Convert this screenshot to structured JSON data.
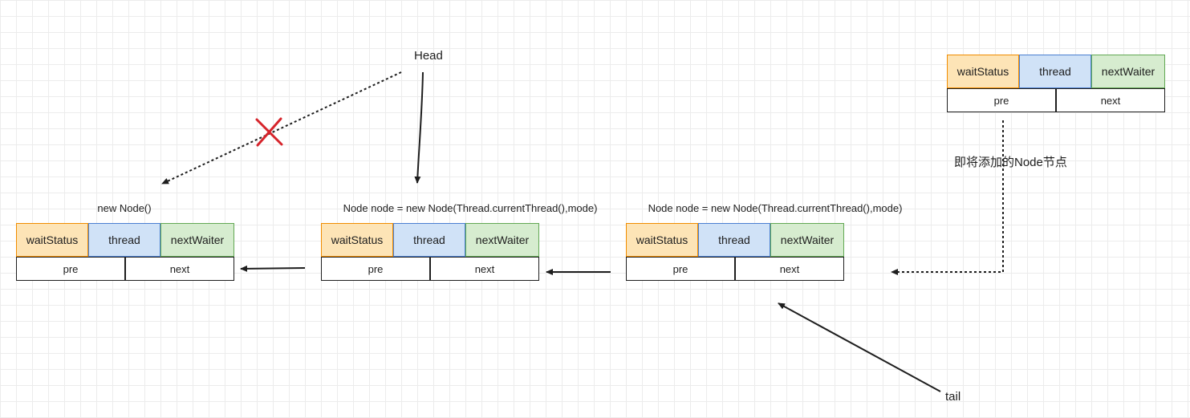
{
  "labels": {
    "head": "Head",
    "tail": "tail",
    "pending_note": "即将添加的Node节点"
  },
  "nodes": [
    {
      "title": "new Node()",
      "waitStatus": "waitStatus",
      "thread": "thread",
      "nextWaiter": "nextWaiter",
      "pre": "pre",
      "next": "next"
    },
    {
      "title": "Node node = new Node(Thread.currentThread(),mode)",
      "waitStatus": "waitStatus",
      "thread": "thread",
      "nextWaiter": "nextWaiter",
      "pre": "pre",
      "next": "next"
    },
    {
      "title": "Node node = new Node(Thread.currentThread(),mode)",
      "waitStatus": "waitStatus",
      "thread": "thread",
      "nextWaiter": "nextWaiter",
      "pre": "pre",
      "next": "next"
    },
    {
      "title": "",
      "waitStatus": "waitStatus",
      "thread": "thread",
      "nextWaiter": "nextWaiter",
      "pre": "pre",
      "next": "next"
    }
  ],
  "colors": {
    "waitStatus_fill": "#fde4b6",
    "waitStatus_stroke": "#f08c00",
    "thread_fill": "#d0e2f7",
    "thread_stroke": "#4a7fd1",
    "nextWaiter_fill": "#d6eccf",
    "nextWaiter_stroke": "#62a854",
    "cross_mark": "#d6242b",
    "ink": "#1e1e1e"
  }
}
